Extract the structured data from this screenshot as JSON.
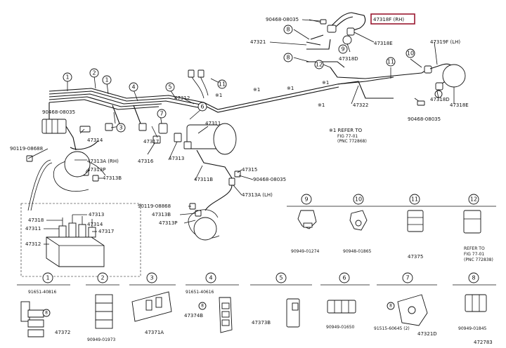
{
  "callouts": {
    "c_90468_08035_top": "90468-08035",
    "c_47318F_RH": "47318F (RH)",
    "c_47321": "47321",
    "c_47318E_top": "47318E",
    "c_47318D_top": "47318D",
    "c_47319F_LH": "47319F (LH)",
    "c_47312": "47312",
    "c_47322": "47322",
    "c_47318D_right": "47318D",
    "c_47318E_right": "47318E",
    "c_90468_08035_right": "90468-08035",
    "c_90468_08035_left": "90468-08035",
    "c_47311": "47311",
    "c_90119_08688": "90119-08688",
    "c_47314": "47314",
    "c_47317": "47317",
    "c_47316": "47316",
    "c_47313": "47313",
    "c_47313A_RH": "47313A (RH)",
    "c_47313P_left": "47313P",
    "c_47313B_left": "47313B",
    "c_47311B": "47311B",
    "c_47315": "47315",
    "c_90468_08035_mid": "90468-08035",
    "c_47313A_LH": "47313A (LH)",
    "c_90119_08868": "90119-08868",
    "c_47313B_right": "47313B",
    "c_47313P_right": "47313P",
    "k_47318": "47318",
    "k_47313": "47313",
    "k_47311": "47311",
    "k_47314": "47314",
    "k_47317": "47317",
    "k_47312": "47312",
    "d9_part": "90949-01274",
    "d10_part": "90948-01865",
    "d11_part": "47375",
    "d1_part_top": "91651-40816",
    "d1_part": "47372",
    "d2_part": "90949-01973",
    "d3_part": "47371A",
    "d4_part_top": "91651-40616",
    "d4_part": "47374B",
    "d5_part": "47373B",
    "d6_part": "90949-01650",
    "d7_part_top": "91515-60645 (2)",
    "d7_part": "47321D",
    "d8_part": "90949-01845",
    "figure_id": "472783"
  },
  "refers": {
    "star_mark": "※1",
    "refer_line1": "※1 REFER TO",
    "refer_line2": "FIG 77-01",
    "refer_line3": "(PNC 772868)",
    "refer12_line1": "REFER TO",
    "refer12_line2": "FIG 77-01",
    "refer12_line3": "(PNC 772838)"
  },
  "markers": [
    "1",
    "2",
    "3",
    "4",
    "5",
    "6",
    "7",
    "8",
    "9",
    "10",
    "11",
    "12"
  ],
  "detail_box_numbers": [
    "9",
    "10",
    "11",
    "12",
    "1",
    "2",
    "3",
    "4",
    "5",
    "6",
    "7",
    "8"
  ],
  "highlight_color": "#9a1830"
}
